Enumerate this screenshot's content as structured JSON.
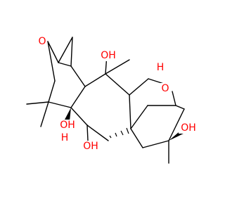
{
  "molecule": {
    "atom_color": "#ff0000",
    "bond_color": "#000000",
    "background": "#ffffff",
    "labels": {
      "epoxide_o": "O",
      "oh_top": "OH",
      "o_bridge": "O",
      "oh_bridge": "H",
      "oh_left_element": "OH",
      "oh_left_h": "H",
      "oh_bottom": "OH",
      "oh_right": "OH"
    }
  }
}
